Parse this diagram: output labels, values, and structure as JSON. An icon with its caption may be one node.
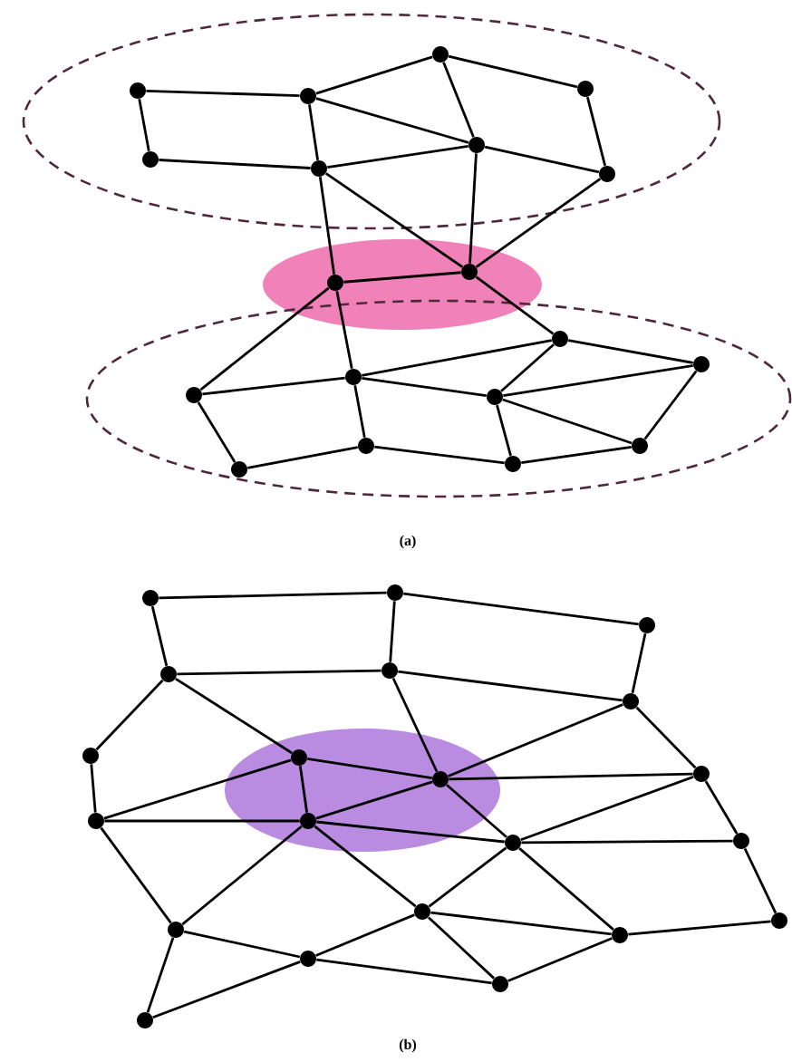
{
  "diagram": {
    "nodes": [
      {
        "text": [],
        "shape": "circle"
      },
      {
        "text": [],
        "shape": "circle"
      },
      {
        "text": [],
        "shape": "circle"
      },
      {
        "text": [],
        "shape": "circle"
      },
      {
        "text": [],
        "shape": "circle"
      },
      {
        "text": [],
        "shape": "circle"
      },
      {
        "text": [],
        "shape": "circle"
      },
      {
        "text": [],
        "shape": "circle"
      },
      {
        "text": [],
        "shape": "circle"
      },
      {
        "text": [],
        "shape": "circle"
      },
      {
        "text": [],
        "shape": "circle"
      },
      {
        "text": [],
        "shape": "circle"
      },
      {
        "text": [],
        "shape": "circle"
      },
      {
        "text": [],
        "shape": "circle"
      },
      {
        "text": [],
        "shape": "circle"
      },
      {
        "text": [],
        "shape": "circle"
      },
      {
        "text": [],
        "shape": "circle"
      },
      {
        "text": [],
        "shape": "circle"
      },
      {
        "text": [],
        "shape": "circle"
      },
      {
        "text": [],
        "shape": "circle"
      },
      {
        "text": [],
        "shape": "circle"
      },
      {
        "text": [],
        "shape": "circle"
      },
      {
        "text": [],
        "shape": "circle"
      },
      {
        "text": [],
        "shape": "circle"
      },
      {
        "text": [],
        "shape": "circle"
      },
      {
        "text": [],
        "shape": "circle"
      },
      {
        "text": [],
        "shape": "circle"
      },
      {
        "text": [],
        "shape": "circle"
      },
      {
        "text": [],
        "shape": "circle"
      },
      {
        "text": [],
        "shape": "circle"
      },
      {
        "text": [],
        "shape": "circle"
      },
      {
        "text": [],
        "shape": "circle"
      },
      {
        "text": [],
        "shape": "circle"
      },
      {
        "text": [],
        "shape": "circle"
      },
      {
        "text": [],
        "shape": "circle"
      },
      {
        "text": [],
        "shape": "circle"
      },
      {
        "text": [],
        "shape": "circle"
      },
      {
        "text": [],
        "shape": "circle"
      },
      {
        "text": [],
        "shape": "circle"
      },
      {
        "text": [],
        "shape": "circle"
      }
    ],
    "edges": [
      {
        "from": 0,
        "to": 1,
        "arrow": "none"
      },
      {
        "from": 0,
        "to": 4,
        "arrow": "none"
      },
      {
        "from": 4,
        "to": 5,
        "arrow": "none"
      },
      {
        "from": 1,
        "to": 2,
        "arrow": "none"
      },
      {
        "from": 1,
        "to": 5,
        "arrow": "none"
      },
      {
        "from": 1,
        "to": 6,
        "arrow": "none"
      },
      {
        "from": 2,
        "to": 6,
        "arrow": "none"
      },
      {
        "from": 2,
        "to": 3,
        "arrow": "none"
      },
      {
        "from": 3,
        "to": 7,
        "arrow": "none"
      },
      {
        "from": 5,
        "to": 6,
        "arrow": "none"
      },
      {
        "from": 6,
        "to": 7,
        "arrow": "none"
      },
      {
        "from": 5,
        "to": 8,
        "arrow": "none"
      },
      {
        "from": 5,
        "to": 9,
        "arrow": "none"
      },
      {
        "from": 6,
        "to": 9,
        "arrow": "none"
      },
      {
        "from": 7,
        "to": 9,
        "arrow": "none"
      },
      {
        "from": 8,
        "to": 9,
        "arrow": "none"
      },
      {
        "from": 9,
        "to": 10,
        "arrow": "none"
      },
      {
        "from": 8,
        "to": 12,
        "arrow": "none"
      },
      {
        "from": 8,
        "to": 13,
        "arrow": "none"
      },
      {
        "from": 12,
        "to": 13,
        "arrow": "none"
      },
      {
        "from": 12,
        "to": 15,
        "arrow": "none"
      },
      {
        "from": 15,
        "to": 16,
        "arrow": "none"
      },
      {
        "from": 13,
        "to": 16,
        "arrow": "none"
      },
      {
        "from": 13,
        "to": 10,
        "arrow": "none"
      },
      {
        "from": 13,
        "to": 14,
        "arrow": "none"
      },
      {
        "from": 10,
        "to": 14,
        "arrow": "none"
      },
      {
        "from": 10,
        "to": 11,
        "arrow": "none"
      },
      {
        "from": 14,
        "to": 11,
        "arrow": "none"
      },
      {
        "from": 14,
        "to": 18,
        "arrow": "none"
      },
      {
        "from": 14,
        "to": 17,
        "arrow": "none"
      },
      {
        "from": 16,
        "to": 17,
        "arrow": "none"
      },
      {
        "from": 17,
        "to": 18,
        "arrow": "none"
      },
      {
        "from": 18,
        "to": 11,
        "arrow": "none"
      },
      {
        "from": 19,
        "to": 20,
        "arrow": "none"
      },
      {
        "from": 19,
        "to": 22,
        "arrow": "none"
      },
      {
        "from": 20,
        "to": 23,
        "arrow": "none"
      },
      {
        "from": 20,
        "to": 21,
        "arrow": "none"
      },
      {
        "from": 21,
        "to": 24,
        "arrow": "none"
      },
      {
        "from": 22,
        "to": 23,
        "arrow": "none"
      },
      {
        "from": 23,
        "to": 24,
        "arrow": "none"
      },
      {
        "from": 22,
        "to": 25,
        "arrow": "none"
      },
      {
        "from": 22,
        "to": 26,
        "arrow": "none"
      },
      {
        "from": 26,
        "to": 27,
        "arrow": "none"
      },
      {
        "from": 23,
        "to": 27,
        "arrow": "none"
      },
      {
        "from": 27,
        "to": 31,
        "arrow": "none"
      },
      {
        "from": 30,
        "to": 27,
        "arrow": "none"
      },
      {
        "from": 27,
        "to": 24,
        "arrow": "none"
      },
      {
        "from": 27,
        "to": 28,
        "arrow": "none"
      },
      {
        "from": 24,
        "to": 28,
        "arrow": "none"
      },
      {
        "from": 28,
        "to": 32,
        "arrow": "none"
      },
      {
        "from": 32,
        "to": 36,
        "arrow": "none"
      },
      {
        "from": 25,
        "to": 29,
        "arrow": "none"
      },
      {
        "from": 29,
        "to": 26,
        "arrow": "none"
      },
      {
        "from": 29,
        "to": 30,
        "arrow": "none"
      },
      {
        "from": 26,
        "to": 30,
        "arrow": "none"
      },
      {
        "from": 30,
        "to": 31,
        "arrow": "none"
      },
      {
        "from": 31,
        "to": 32,
        "arrow": "none"
      },
      {
        "from": 31,
        "to": 28,
        "arrow": "none"
      },
      {
        "from": 31,
        "to": 34,
        "arrow": "none"
      },
      {
        "from": 31,
        "to": 35,
        "arrow": "none"
      },
      {
        "from": 29,
        "to": 33,
        "arrow": "none"
      },
      {
        "from": 30,
        "to": 33,
        "arrow": "none"
      },
      {
        "from": 30,
        "to": 34,
        "arrow": "none"
      },
      {
        "from": 34,
        "to": 35,
        "arrow": "none"
      },
      {
        "from": 34,
        "to": 38,
        "arrow": "none"
      },
      {
        "from": 34,
        "to": 37,
        "arrow": "none"
      },
      {
        "from": 35,
        "to": 36,
        "arrow": "none"
      },
      {
        "from": 35,
        "to": 38,
        "arrow": "none"
      },
      {
        "from": 33,
        "to": 37,
        "arrow": "none"
      },
      {
        "from": 37,
        "to": 38,
        "arrow": "none"
      },
      {
        "from": 33,
        "to": 39,
        "arrow": "none"
      },
      {
        "from": 39,
        "to": 37,
        "arrow": "none"
      }
    ],
    "labels": [
      "(a)",
      "(b)"
    ]
  }
}
